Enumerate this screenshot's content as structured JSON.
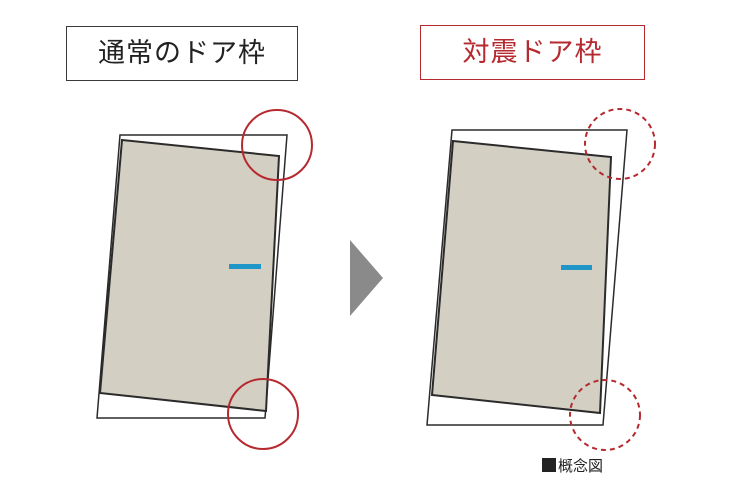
{
  "labels": {
    "normal": "通常のドア枠",
    "seismic": "対震ドア枠"
  },
  "caption": {
    "text": "概念図"
  },
  "colors": {
    "door_fill": "#d3cfc2",
    "outline": "#2b2b2b",
    "handle": "#1f96c7",
    "highlight_red": "#b5292f",
    "arrow": "#8a8a8a"
  }
}
